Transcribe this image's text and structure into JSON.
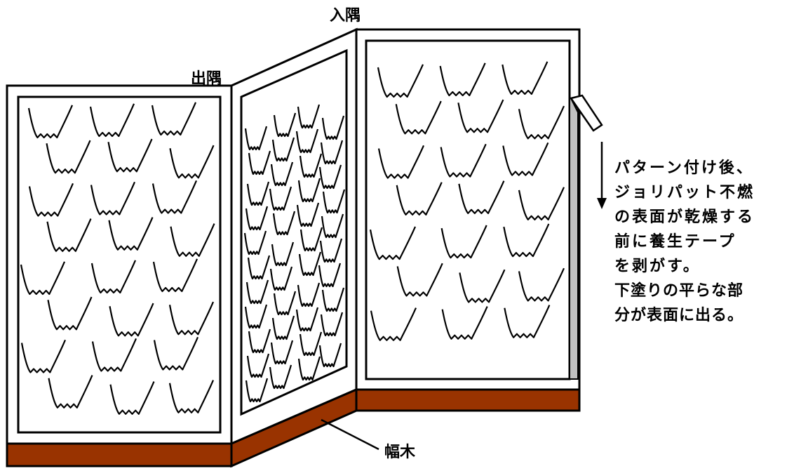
{
  "labels": {
    "irisumi": "入隅",
    "desumi": "出隅",
    "habaki": "幅木"
  },
  "note_lines": [
    "パターン付け後、",
    "ジョリパット不燃",
    "の表面が乾燥する",
    "前に養生テープ",
    "を剥がす。",
    "下塗りの平らな部",
    "分が表面に出る。"
  ],
  "colors": {
    "baseboard": "#993300",
    "tape": "#c0c0c0",
    "line": "#000000",
    "wall": "#ffffff"
  },
  "icons": {
    "texture_stroke": "trowel-pattern-mark",
    "tape_roll": "tape-roll-icon",
    "arrow": "arrow-down-icon"
  }
}
